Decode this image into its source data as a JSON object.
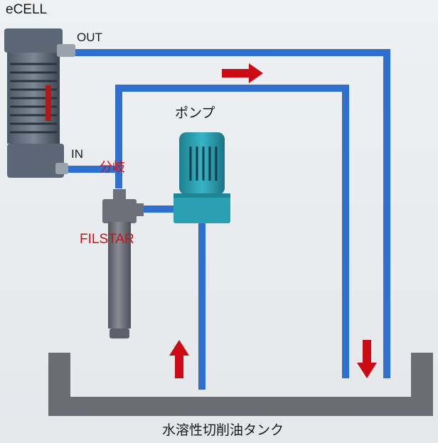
{
  "labels": {
    "ecell": "eCELL",
    "out": "OUT",
    "in": "IN",
    "branch": "分岐",
    "pump": "ポンプ",
    "filstar": "FILSTAR",
    "tank": "水溶性切削油タンク"
  },
  "colors": {
    "pipe": "#2f6fd0",
    "arrow": "#cc0a14",
    "tank": "#6b6d75",
    "pump_body": "#2aa0b2",
    "filter": "#6e7079"
  },
  "flow_arrows": [
    {
      "id": "top-flow",
      "direction": "right"
    },
    {
      "id": "suction-flow",
      "direction": "up"
    },
    {
      "id": "return-flow",
      "direction": "down"
    }
  ]
}
